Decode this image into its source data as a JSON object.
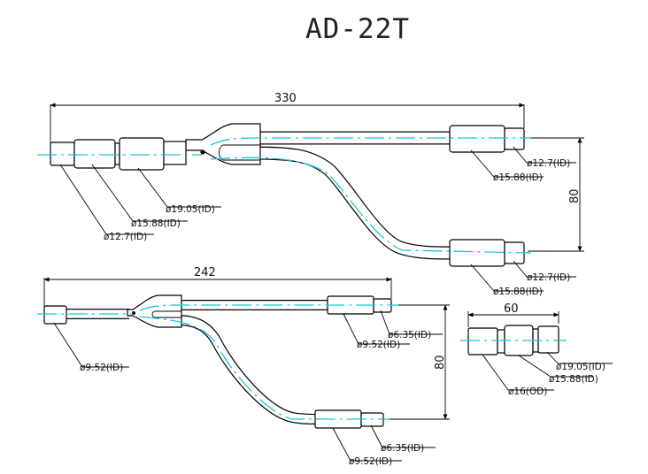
{
  "title": "AD-22T",
  "large_branch": {
    "length_dim": "330",
    "height_dim": "80",
    "labels": {
      "inlet_small": "ø12.7(ID)",
      "inlet_mid": "ø15.88(ID)",
      "inlet_large": "ø19.05(ID)",
      "upper_outlet_small": "ø12.7(ID)",
      "upper_outlet_large": "ø15.88(ID)",
      "lower_outlet_small": "ø12.7(ID)",
      "lower_outlet_large": "ø15.88(ID)"
    }
  },
  "small_branch": {
    "length_dim": "242",
    "height_dim": "80",
    "labels": {
      "inlet": "ø9.52(ID)",
      "upper_outlet_small": "ø6.35(ID)",
      "upper_outlet_large": "ø9.52(ID)",
      "lower_outlet_small": "ø6.35(ID)",
      "lower_outlet_large": "ø9.52(ID)"
    }
  },
  "reducer": {
    "length_dim": "60",
    "labels": {
      "large": "ø19.05(ID)",
      "mid": "ø15.88(ID)",
      "od": "ø16(OD)"
    }
  },
  "colors": {
    "outline": "#000000",
    "centerline": "#17c6d8",
    "background": "#ffffff"
  }
}
